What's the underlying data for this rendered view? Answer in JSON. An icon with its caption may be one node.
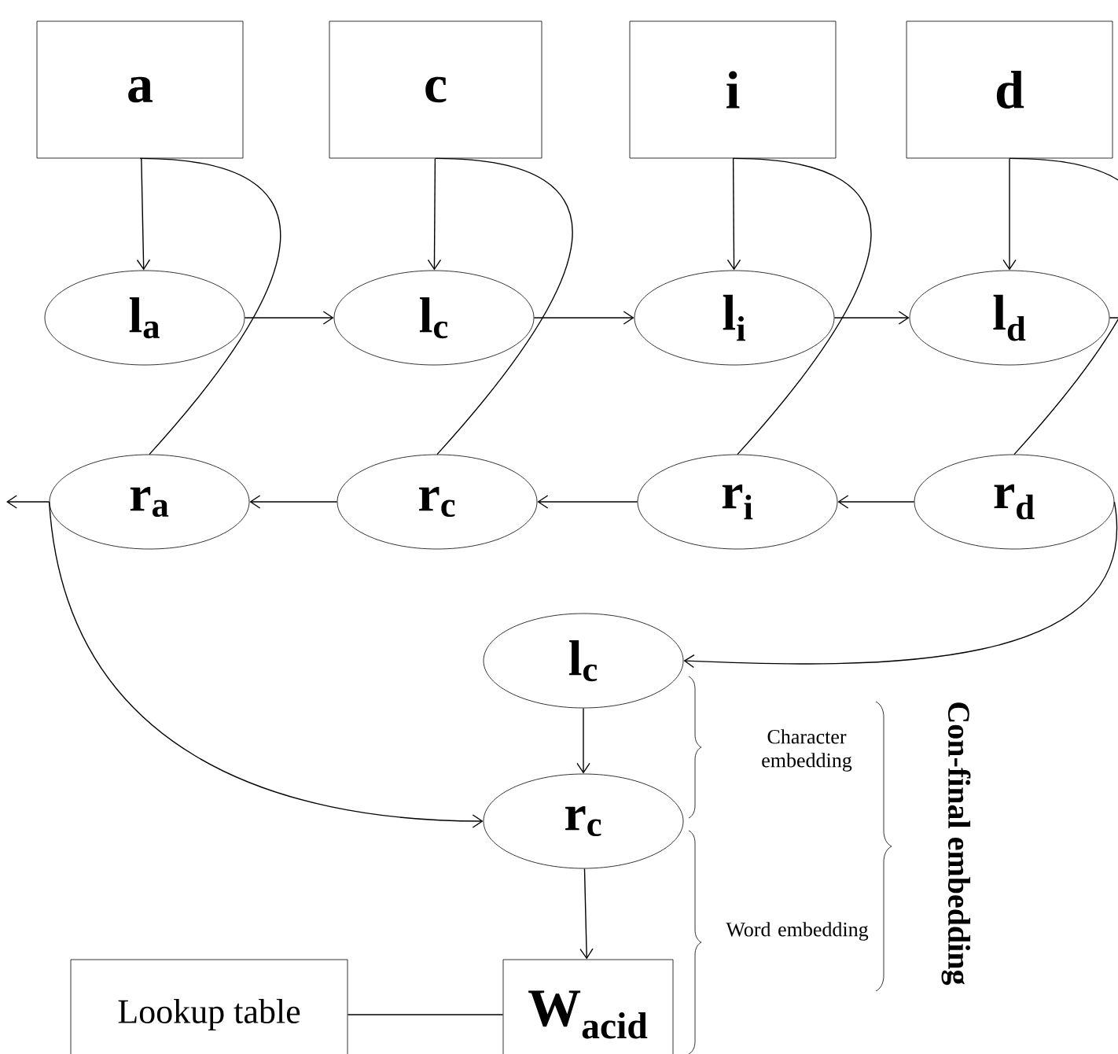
{
  "diagram": {
    "nodes": [
      {
        "text": [
          "a"
        ]
      },
      {
        "text": [
          "c"
        ]
      },
      {
        "text": [
          "i"
        ]
      },
      {
        "text": [
          "d"
        ]
      },
      {
        "text": [
          "l$_{a}$"
        ]
      },
      {
        "text": [
          "l$_{c}$"
        ]
      },
      {
        "text": [
          "l$_{i}$"
        ]
      },
      {
        "text": [
          "l$_{d}$"
        ]
      },
      {
        "text": [
          "r$_{a}$"
        ]
      },
      {
        "text": [
          "r$_{c}$"
        ]
      },
      {
        "text": [
          "r$_{i}$"
        ]
      },
      {
        "text": [
          "r$_{d}$"
        ]
      },
      {
        "text": [
          "l$_{c}$"
        ]
      },
      {
        "text": [
          "r$_{c}$"
        ]
      },
      {
        "text": [
          "Lookup table"
        ]
      },
      {
        "text": [
          "W$_{acid}$"
        ]
      }
    ],
    "edges": [
      {
        "from": 0,
        "to": 4,
        "arrow": "to"
      },
      {
        "from": 1,
        "to": 5,
        "arrow": "to"
      },
      {
        "from": 2,
        "to": 6,
        "arrow": "to"
      },
      {
        "from": 3,
        "to": 7,
        "arrow": "to"
      },
      {
        "from": 4,
        "to": 5,
        "arrow": "to"
      },
      {
        "from": 5,
        "to": 6,
        "arrow": "to"
      },
      {
        "from": 6,
        "to": 7,
        "arrow": "to"
      },
      {
        "from": 7,
        "to": null,
        "arrow": "none"
      },
      {
        "from": 0,
        "to": 8,
        "arrow": "none"
      },
      {
        "from": 1,
        "to": 9,
        "arrow": "none"
      },
      {
        "from": 2,
        "to": 10,
        "arrow": "none"
      },
      {
        "from": 3,
        "to": 11,
        "arrow": "none"
      },
      {
        "from": 11,
        "to": 10,
        "arrow": "to"
      },
      {
        "from": 10,
        "to": 9,
        "arrow": "to"
      },
      {
        "from": 9,
        "to": 8,
        "arrow": "to"
      },
      {
        "from": 8,
        "to": null,
        "arrow": "to"
      },
      {
        "from": 8,
        "to": 13,
        "arrow": "to"
      },
      {
        "from": 11,
        "to": 12,
        "arrow": "to"
      },
      {
        "from": 12,
        "to": 13,
        "arrow": "to"
      },
      {
        "from": 13,
        "to": 15,
        "arrow": "to"
      },
      {
        "from": 14,
        "to": 15,
        "arrow": "none"
      }
    ],
    "labels": [
      "Character embedding",
      "Word embedding",
      "Con-final embedding"
    ]
  }
}
